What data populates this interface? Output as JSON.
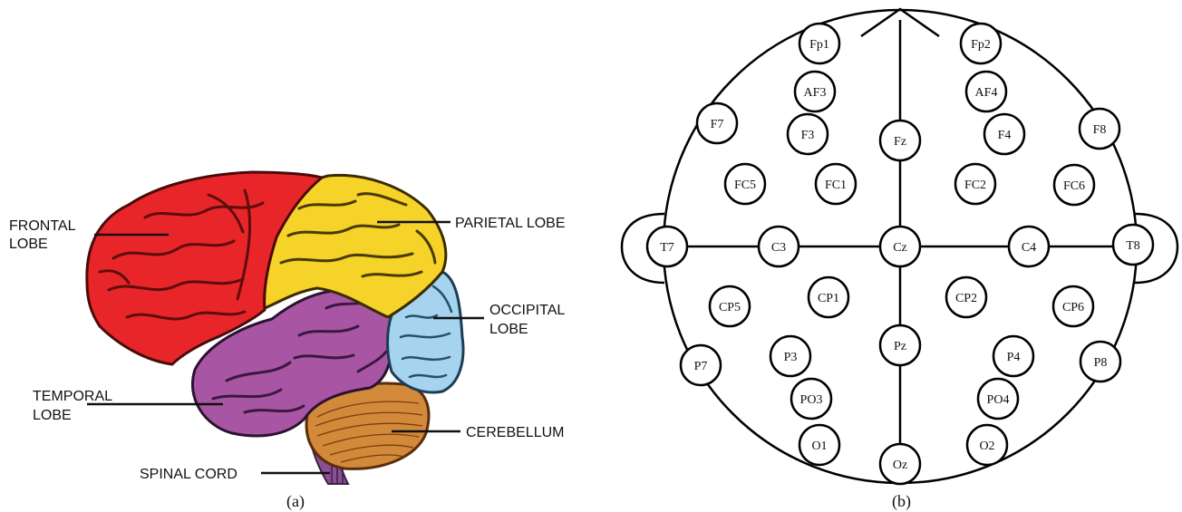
{
  "panel_a": {
    "caption": "(a)",
    "labels": {
      "frontal_1": "FRONTAL",
      "frontal_2": "LOBE",
      "parietal": "PARIETAL LOBE",
      "occipital_1": "OCCIPITAL",
      "occipital_2": "LOBE",
      "temporal_1": "TEMPORAL",
      "temporal_2": "LOBE",
      "cerebellum": "CEREBELLUM",
      "spinal": "SPINAL CORD"
    },
    "colors": {
      "frontal": "#e8262a",
      "parietal": "#f5d328",
      "occipital": "#a6d3ee",
      "temporal": "#a856a3",
      "cerebellum": "#d2893a",
      "spinal": "#8a4f96"
    }
  },
  "panel_b": {
    "caption": "(b)",
    "electrodes": {
      "fp1": "Fp1",
      "fp2": "Fp2",
      "af3": "AF3",
      "af4": "AF4",
      "f7": "F7",
      "f3": "F3",
      "fz": "Fz",
      "f4": "F4",
      "f8": "F8",
      "fc5": "FC5",
      "fc1": "FC1",
      "fc2": "FC2",
      "fc6": "FC6",
      "t7": "T7",
      "c3": "C3",
      "cz": "Cz",
      "c4": "C4",
      "t8": "T8",
      "cp5": "CP5",
      "cp1": "CP1",
      "cp2": "CP2",
      "cp6": "CP6",
      "p7": "P7",
      "p3": "P3",
      "pz": "Pz",
      "p4": "P4",
      "p8": "P8",
      "po3": "PO3",
      "po4": "PO4",
      "o1": "O1",
      "oz": "Oz",
      "o2": "O2"
    }
  }
}
